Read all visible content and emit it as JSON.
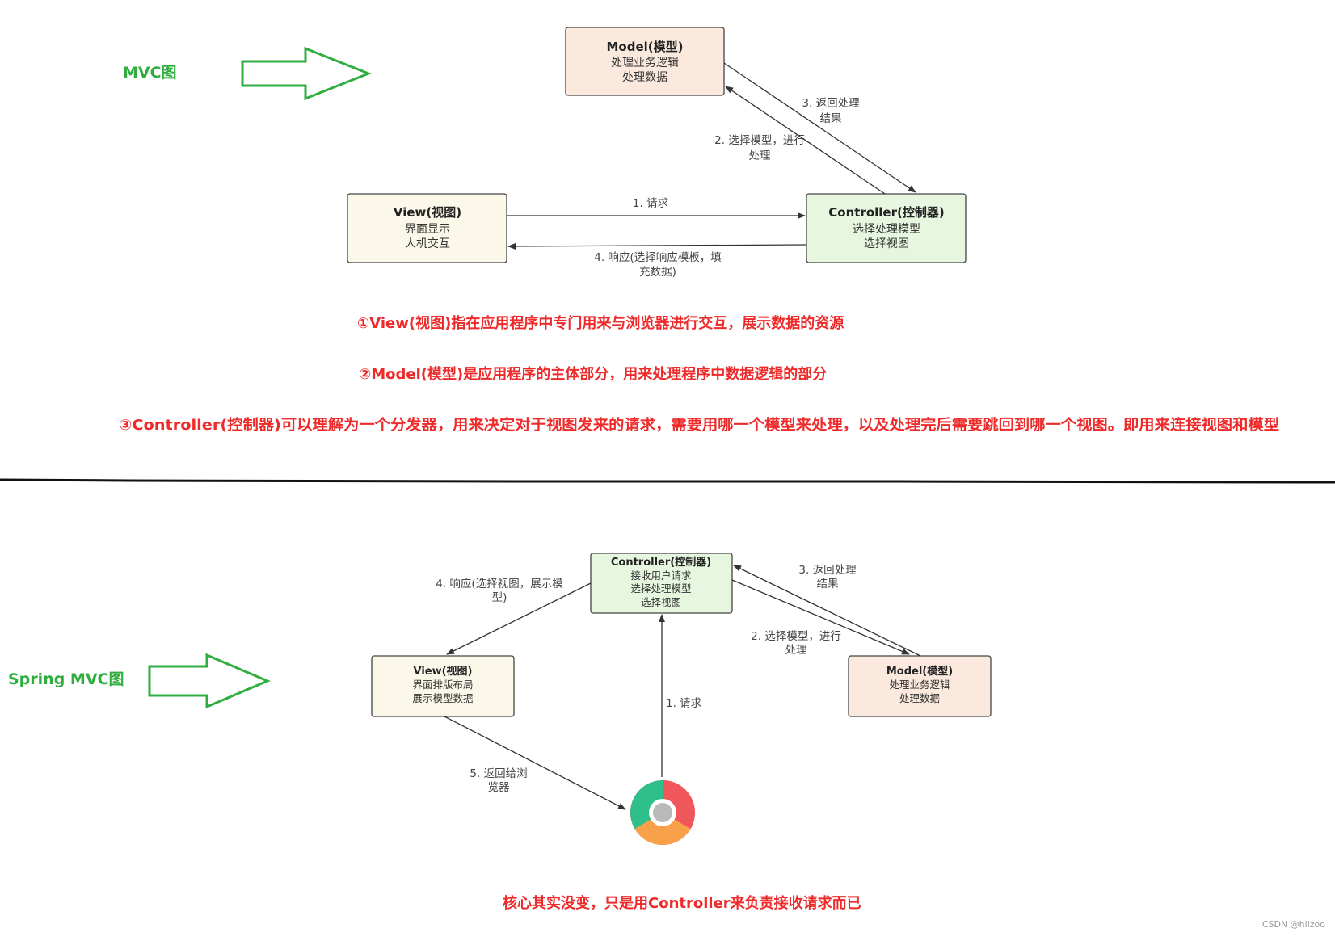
{
  "top": {
    "label": "MVC图",
    "model": {
      "title": "Model(模型)",
      "lines": [
        "处理业务逻辑",
        "处理数据"
      ]
    },
    "view": {
      "title": "View(视图)",
      "lines": [
        "界面显示",
        "人机交互"
      ]
    },
    "controller": {
      "title": "Controller(控制器)",
      "lines": [
        "选择处理模型",
        "选择视图"
      ]
    },
    "edges": {
      "request": [
        "1. 请求"
      ],
      "response": [
        "4. 响应(选择响应模板，填",
        "充数据)"
      ],
      "select_model": [
        "2. 选择模型，进行",
        "处理"
      ],
      "return_result": [
        "3. 返回处理",
        "结果"
      ]
    },
    "notes": [
      "①View(视图)指在应用程序中专门用来与浏览器进行交互，展示数据的资源",
      "②Model(模型)是应用程序的主体部分，用来处理程序中数据逻辑的部分",
      "③Controller(控制器)可以理解为一个分发器，用来决定对于视图发来的请求，需要用哪一个模型来处理，以及处理完后需要跳回到哪一个视图。即用来连接视图和模型"
    ]
  },
  "bottom": {
    "label": "Spring MVC图",
    "controller": {
      "title": "Controller(控制器)",
      "lines": [
        "接收用户请求",
        "选择处理模型",
        "选择视图"
      ]
    },
    "view": {
      "title": "View(视图)",
      "lines": [
        "界面排版布局",
        "展示模型数据"
      ]
    },
    "model": {
      "title": "Model(模型)",
      "lines": [
        "处理业务逻辑",
        "处理数据"
      ]
    },
    "edges": {
      "response": [
        "4. 响应(选择视图，展示模",
        "型)"
      ],
      "return_result": [
        "3. 返回处理",
        "结果"
      ],
      "select_model": [
        "2. 选择模型，进行",
        "处理"
      ],
      "request": [
        "1. 请求"
      ],
      "return_browser": [
        "5. 返回给浏",
        "览器"
      ]
    },
    "browser_icon": "chrome-browser-icon",
    "summary": "核心其实没变，只是用Controller来负责接收请求而已"
  },
  "watermark": "CSDN @hlizoo",
  "colors": {
    "model_fill": "#fbe9dd",
    "view_fill": "#fbf8e9",
    "controller_fill": "#e7f6df",
    "green": "#2fae3f",
    "red": "#ee2a2a"
  }
}
